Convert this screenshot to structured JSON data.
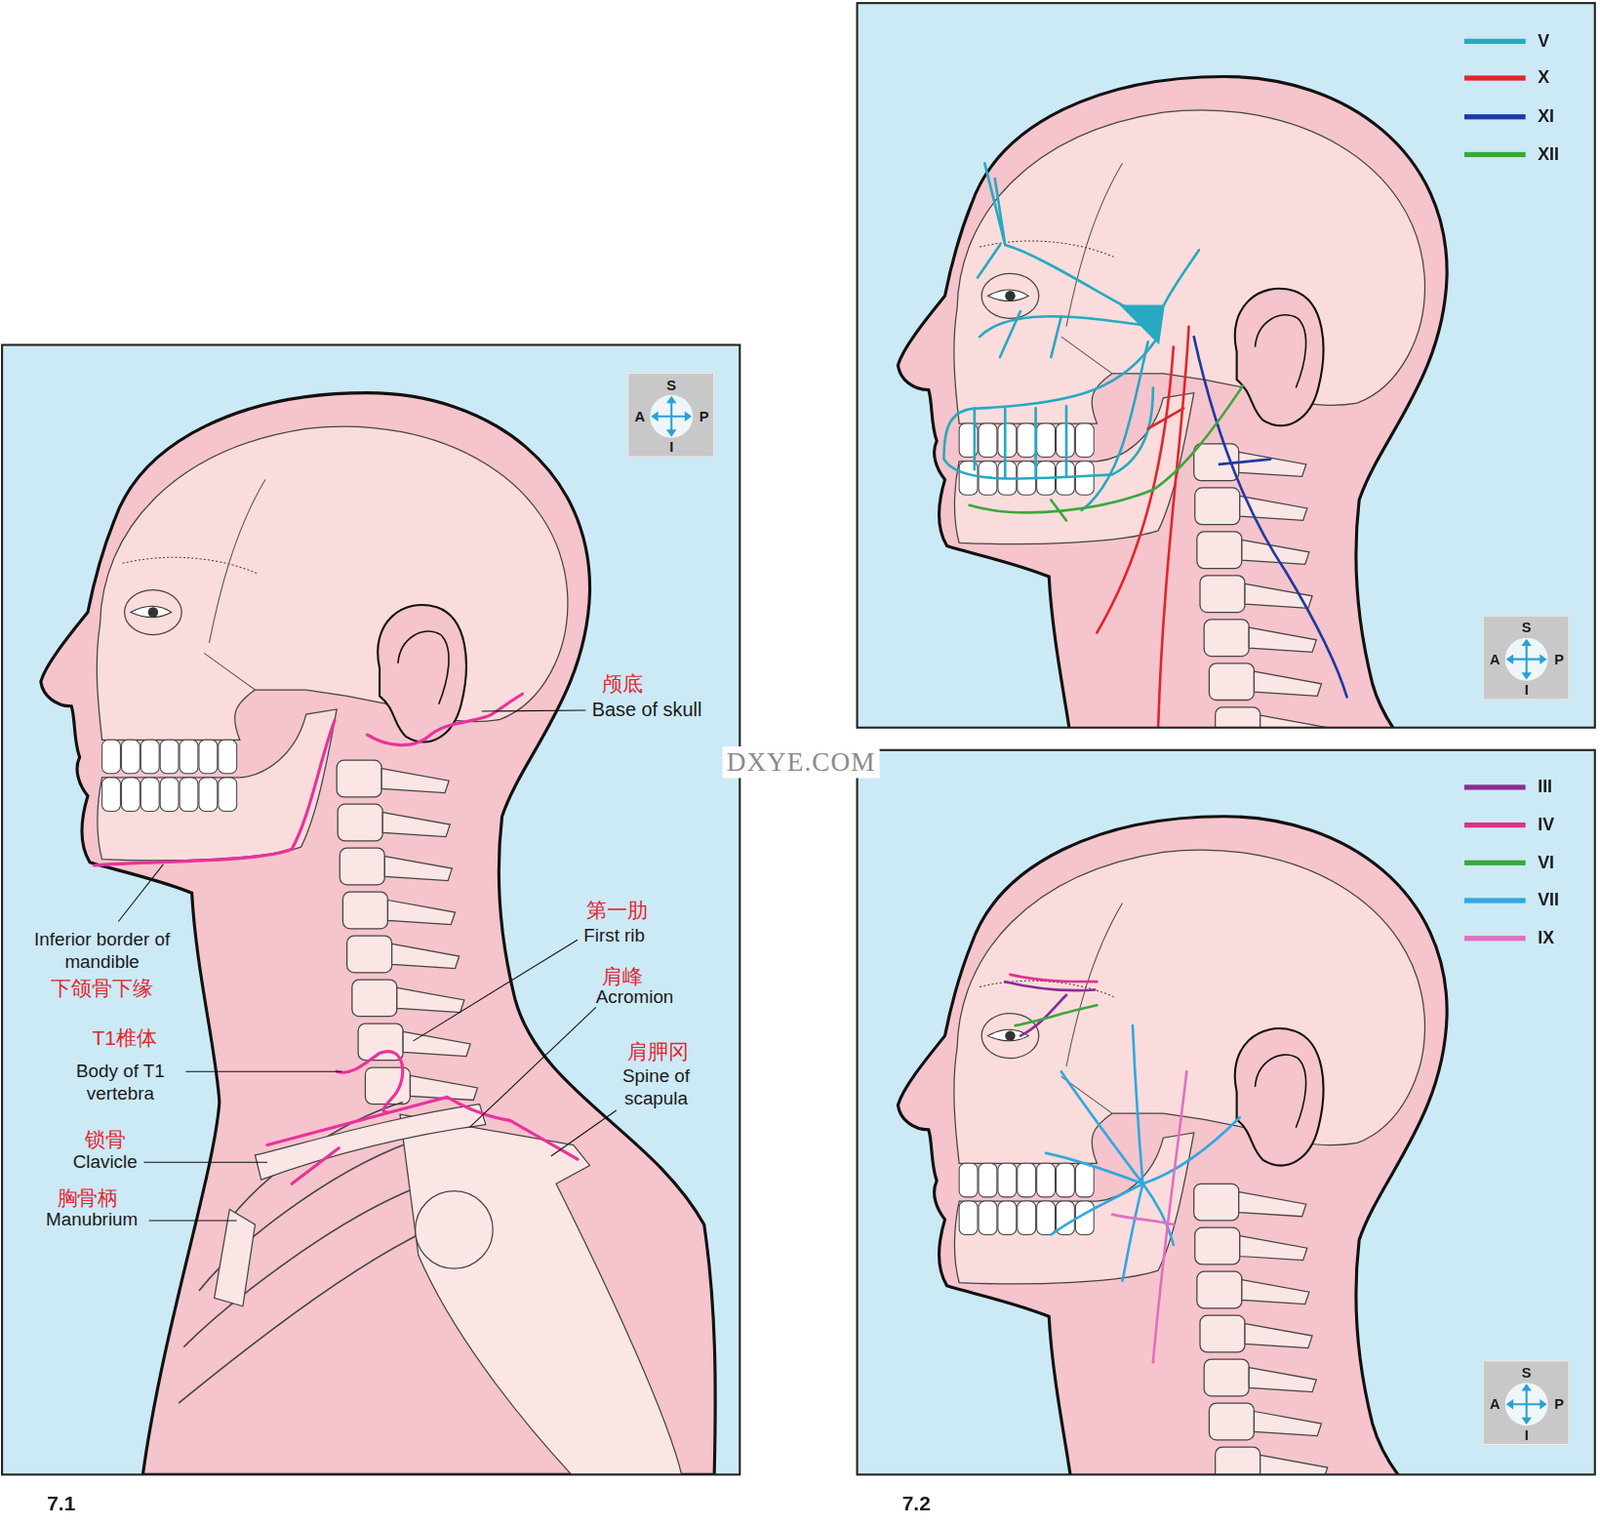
{
  "diagram": {
    "nodes": [
      {
        "text": [
          "S",
          "A",
          "P",
          "I"
        ]
      },
      {
        "text": [
          "S",
          "A",
          "P",
          "I"
        ]
      },
      {
        "text": [
          "S",
          "A",
          "P",
          "I"
        ]
      }
    ],
    "labels": [
      "颅底",
      "Base of skull",
      "Inferior border of mandible",
      "下颌骨下缘",
      "T1椎体",
      "Body of T1 vertebra",
      "第一肋",
      "First rib",
      "肩峰",
      "Acromion",
      "肩胛冈",
      "Spine of scapula",
      "锁骨",
      "Clavicle",
      "胸骨柄",
      "Manubrium",
      "7.1",
      "7.2",
      "DXYE.COM"
    ],
    "legend": [
      {
        "text": "V",
        "color": "#26a9c1"
      },
      {
        "text": "X",
        "color": "#e0262a"
      },
      {
        "text": "XI",
        "color": "#1f3aa0"
      },
      {
        "text": "XII",
        "color": "#3aa83a"
      },
      {
        "text": "III",
        "color": "#8b2c93"
      },
      {
        "text": "IV",
        "color": "#e0308c"
      },
      {
        "text": "VI",
        "color": "#3aa83a"
      },
      {
        "text": "VII",
        "color": "#30a8e0"
      },
      {
        "text": "IX",
        "color": "#e070c0"
      }
    ]
  }
}
